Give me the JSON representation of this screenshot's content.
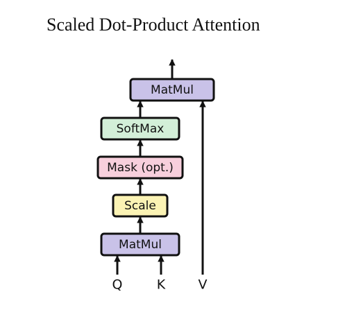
{
  "title": "Scaled Dot-Product Attention",
  "blocks": {
    "matmul_top": {
      "label": "MatMul",
      "fill": "#c9c2e8"
    },
    "softmax": {
      "label": "SoftMax",
      "fill": "#d3efd8"
    },
    "mask": {
      "label": "Mask (opt.)",
      "fill": "#f7cfdc"
    },
    "scale": {
      "label": "Scale",
      "fill": "#fbf3b4"
    },
    "matmul_bottom": {
      "label": "MatMul",
      "fill": "#c9c2e8"
    }
  },
  "inputs": {
    "q": "Q",
    "k": "K",
    "v": "V"
  },
  "colors": {
    "stroke": "#111111"
  }
}
